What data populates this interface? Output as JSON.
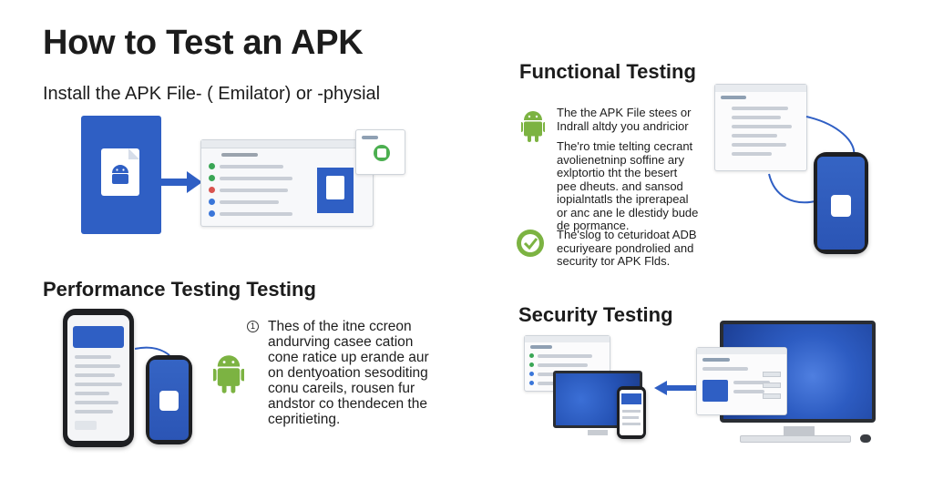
{
  "title": "How to Test an APK",
  "install": {
    "heading": "Install the APK File- ( Emilator)  or -physial"
  },
  "functional": {
    "heading": "Functional Testing",
    "para1": "The the APK File stees or\nIndrall altdy you andricior",
    "para2": "The'ro tmie telting cecrant\navolienetninp soffine ary\nexlptortio tht the besert\npee dheuts. and sansod\niopialntatls the iprerapeal\nor anc ane le dlestidy bude\nde pormance.",
    "para3": "The'slog to ceturidoat ADB\necuriyeare pondrolied and\nsecurity tor APK Flds."
  },
  "performance": {
    "heading": "Performance Testing Testing",
    "marker": "1",
    "para": "Thes of the itne ccreon\nandurving casee cation\ncone ratice up erande aur\non dentyoation sesoditing\nconu careils, rousen fur\nandstor co thendecen the\ncepritieting."
  },
  "security": {
    "heading": "Security Testing"
  },
  "colors": {
    "blue": "#2f5fc4",
    "android_green": "#7cb342",
    "text": "#1d1d1d"
  }
}
